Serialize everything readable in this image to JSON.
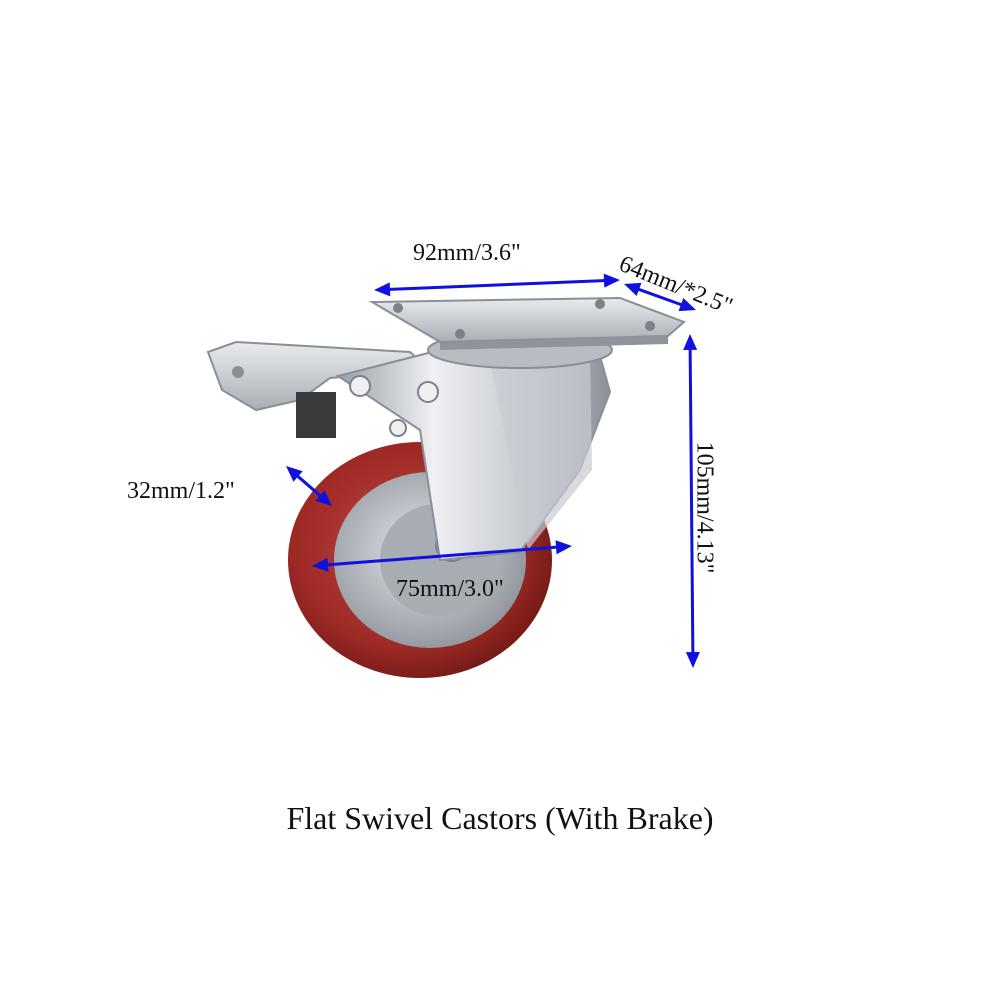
{
  "product": {
    "caption": "Flat Swivel Castors (With Brake)"
  },
  "dimensions": {
    "plate_length": "92mm/3.6\"",
    "plate_width": "64mm/*2.5\"",
    "overall_height": "105mm/4.13\"",
    "wheel_width": "32mm/1.2\"",
    "wheel_diameter": "75mm/3.0\""
  },
  "colors": {
    "arrow": "#1010e0",
    "wheel_tread": "#9e2a26",
    "hub": "#b7bcc4",
    "steel": "#d9dce1"
  },
  "icons": {
    "product_image": "swivel-caster-with-brake"
  }
}
